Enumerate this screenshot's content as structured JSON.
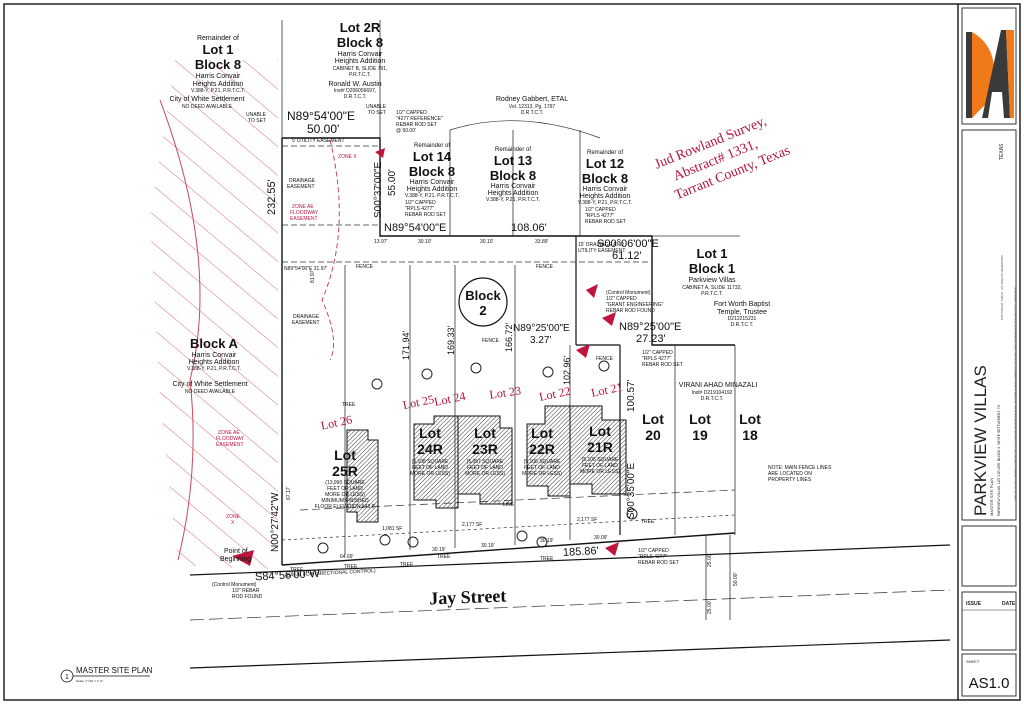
{
  "survey_note": [
    "Jud Rowland Survey,",
    "Abstract# 1331,",
    "Tarrant County, Texas"
  ],
  "neighbors": {
    "lot1_block8": {
      "l1": "Remainder of",
      "l2": "Lot 1",
      "l3": "Block 8",
      "l4": "Harris Convair",
      "l5": "Heights Addition",
      "l6": "V.388-Y, P.21, P.R.T.C.T.",
      "l7": "City of White Settlement",
      "l8": "NO DEED AVAILABLE"
    },
    "lot2r_block8": {
      "l1": "Lot 2R",
      "l2": "Block 8",
      "l3": "Harris Convair",
      "l4": "Heights Addition",
      "l5": "CABINET B, SLIDE 791,",
      "l6": "P.R.T.C.T.",
      "l7": "Ronald W. Austin",
      "l8": "Inst# D206056697,",
      "l9": "D.R.T.C.T."
    },
    "gabbert": {
      "l1": "Rodney Gabbert, ETAL",
      "l2": "Vol. 12313, Pg. 1797",
      "l3": "D.R.T.C.T."
    },
    "lot14": {
      "l1": "Remainder of",
      "l2": "Lot 14",
      "l3": "Block 8",
      "l4": "Harris Convair",
      "l5": "Heights Addition",
      "l6": "V.388-Y, P.21, P.R.T.C.T."
    },
    "lot13": {
      "l1": "Remainder of",
      "l2": "Lot 13",
      "l3": "Block 8",
      "l4": "Harris Convair",
      "l5": "Heights Addition",
      "l6": "V.388-Y, P.21, P.R.T.C.T."
    },
    "lot12": {
      "l1": "Remainder of",
      "l2": "Lot 12",
      "l3": "Block 8",
      "l4": "Harris Convair",
      "l5": "Heights Addition",
      "l6": "V.388-Y, P.21, P.R.T.C.T."
    },
    "lot1_block1": {
      "l1": "Lot 1",
      "l2": "Block 1",
      "l3": "Parkview Villas",
      "l4": "CABINET A, SLIDE 11732,",
      "l5": "P.R.T.C.T.",
      "l6": "Fort Worth Baptist",
      "l7": "Temple, Trustee",
      "l8": "D212215231",
      "l9": "D.R.T.C.T."
    },
    "block_a": {
      "l1": "Block A",
      "l2": "Harris Convair",
      "l3": "Heights Addition",
      "l4": "V.388-Y, P.21, P.R.T.C.T.",
      "l5": "City of White Settlement",
      "l6": "NO DEED AVAILABLE"
    },
    "virani": {
      "l1": "VIRANI AHAD MINAZALI",
      "l2": "Inst# D219104192",
      "l3": "D.R.T.C.T."
    }
  },
  "block2_label": [
    "Block",
    "2"
  ],
  "street_name": "Jay Street",
  "bearings": {
    "n89_top": "N89°54'00\"E",
    "d50": "50.00'",
    "n89_mid": "N89°54'00\"E",
    "d108": "108.06'",
    "s00_06": "S00°06'00\"E",
    "d61": "61.12'",
    "n89_25a": "N89°25'00\"E",
    "d327": "3.27'",
    "n89_25b": "N89°25'00\"E",
    "d2723": "27.23'",
    "s00_35": "S00°35'00\"E",
    "d10057": "100.57'",
    "s84": "S84°56'00\"W",
    "basis": "(BASIS FOR DIRECTIONAL CONTROL)",
    "d18586": "185.86'",
    "n00": "N00°27'42\"W",
    "d23255": "232.55'",
    "s00_37": "S00°37'00\"E",
    "d55": "55.00'",
    "d17194": "171.94'",
    "d16933": "169.33'",
    "d16672": "166.72'",
    "d10296": "102.96'",
    "d2500a": "25.00'",
    "d5000": "50.00'",
    "d2500b": "25.00'"
  },
  "small_dims": [
    "13.97'",
    "30.10'",
    "30.10'",
    "33.89'",
    "30.19'",
    "30.19'",
    "30.19'",
    "30.09'",
    "64.69'",
    "81.97'",
    "N89°54'00\"E 31.97'",
    "67.17'",
    "1,081 SF",
    "2,177 SF",
    "2,177 SF"
  ],
  "notes": {
    "capped_top": [
      "1/2\" CAPPED",
      "\"4277 REFERENCE\"",
      "REBAR ROD SET",
      "@ 50.00'"
    ],
    "unable_l": [
      "UNABLE",
      "TO SET"
    ],
    "unable_r": [
      "UNABLE",
      "TO SET"
    ],
    "utility_top": "5' UTILITY EASEMENT",
    "drainage": [
      "DRAINAGE",
      "EASEMENT"
    ],
    "drainage2": [
      "DRAINAGE",
      "EASEMENT"
    ],
    "rpls14": [
      "1/2\" CAPPED",
      "\"RPLS 4277\"",
      "REBAR ROD SET"
    ],
    "rpls12": [
      "1/2\" CAPPED",
      "\"RPLS 4277\"",
      "REBAR ROD SET"
    ],
    "drain15": [
      "15' DRAINAGE AND",
      "UTILITY EASEMENT"
    ],
    "ctrl_grant": [
      "(Control Monument)",
      "1/2\" CAPPED",
      "\"GRANT ENGINEERING\"",
      "REBAR ROD FOUND"
    ],
    "rpls_right": [
      "1/2\" CAPPED",
      "\"RPLS 4277\"",
      "REBAR ROD SET"
    ],
    "rpls_bottom": [
      "1/2\" CAPPED",
      "\"RPLS 4277\"",
      "REBAR ROD SET"
    ],
    "ctrl_pob": [
      "(Control Monument)",
      "1/2\" REBAR",
      "ROD FOUND"
    ],
    "pob": [
      "Point of",
      "Beginning"
    ],
    "fence_note": [
      "NOTE: MAIN FENCE LINES",
      "ARE LOCATED ON",
      "PROPERTY LINES"
    ],
    "zone_x1": "ZONE X",
    "zone_ae1": [
      "ZONE AE",
      "FLOODWAY",
      "EASEMENT"
    ],
    "zone_ae2": [
      "ZONE AE",
      "FLOODWAY",
      "EASEMENT"
    ],
    "zone_x2": [
      "ZONE",
      "X"
    ],
    "line": "LINE"
  },
  "fence_labels": [
    "FENCE",
    "FENCE",
    "FENCE",
    "FENCE"
  ],
  "tree_labels": [
    "TREE",
    "TREE",
    "TREE",
    "TREE",
    "TREE",
    "TREE",
    "TREE"
  ],
  "lot_tags": [
    "Lot 26",
    "Lot 25",
    "Lot 24",
    "Lot 23",
    "Lot 22",
    "Lot 21"
  ],
  "lots": {
    "r25": {
      "name": [
        "Lot",
        "25R"
      ],
      "desc": [
        "(13,990 SQUARE",
        "FEET OF LAND",
        "MORE OR LESS)",
        "MINIMUM FINISHED",
        "FLOOR ELEVATION 648.0'"
      ]
    },
    "r24": {
      "name": [
        "Lot",
        "24R"
      ],
      "desc": [
        "(5,108 SQUARE",
        "FEET OF LAND",
        "MORE OR LESS)"
      ]
    },
    "r23": {
      "name": [
        "Lot",
        "23R"
      ],
      "desc": [
        "(5,057 SQUARE",
        "FEET OF LAND",
        "MORE OR LESS)"
      ]
    },
    "r22": {
      "name": [
        "Lot",
        "22R"
      ],
      "desc": [
        "(5,106 SQUARE",
        "FEET OF LAND",
        "MORE OR LESS)"
      ]
    },
    "r21": {
      "name": [
        "Lot",
        "21R"
      ],
      "desc": [
        "(5,106 SQUARE",
        "FEET OF LAND",
        "MORE OR LESS)"
      ]
    },
    "l20": {
      "name": [
        "Lot",
        "20"
      ]
    },
    "l19": {
      "name": [
        "Lot",
        "19"
      ]
    },
    "l18": {
      "name": [
        "Lot",
        "18"
      ]
    }
  },
  "plan_title": {
    "num": "1",
    "text": "MASTER SITE PLAN",
    "scale": "Scale: 1\"=20' = 1'-0\""
  },
  "title_block": {
    "project": "PARKVIEW VILLAS",
    "sub1": "MASTER SITE PLAN",
    "sub2": "PARKVIEW VILLAS, LOT 21R-25R, BLOCK 2, WHITE SETTLEMENT, TX",
    "fine1": "FOR USE OF THESE DRAWINGS IS RESTRICTED TO THE ORIGINAL PURPOSE FOR WHICH THEY WERE INTENDED. REPRODUCTION WITHOUT WRITTEN PERMISSION OF THE ARCHITECT IS PROHIBITED.",
    "fine2": "COPYRIGHT ©2018 - ALL RIGHTS RESERVED",
    "state": "TEXAS",
    "issue": "ISSUE",
    "date": "DATE",
    "sheet_label": "SHEET",
    "sheet": "AS1.0",
    "logo_color": "#f07a1a",
    "logo_dark": "#3a3a3a"
  }
}
